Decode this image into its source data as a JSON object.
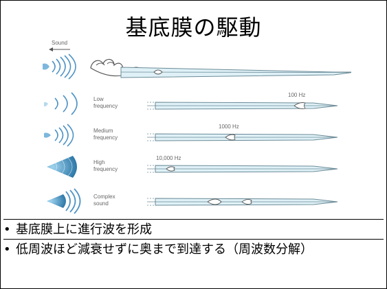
{
  "slide": {
    "title": "基底膜の駆動"
  },
  "figure": {
    "sound_label": "Sound",
    "rows": [
      {
        "label_line1": "",
        "label_line2": "",
        "hz_label": ""
      },
      {
        "label_line1": "Low",
        "label_line2": "frequency",
        "hz_label": "100 Hz"
      },
      {
        "label_line1": "Medium",
        "label_line2": "frequency",
        "hz_label": "1000 Hz"
      },
      {
        "label_line1": "High",
        "label_line2": "frequency",
        "hz_label": "10,000 Hz"
      },
      {
        "label_line1": "Complex",
        "label_line2": "sound",
        "hz_label": ""
      }
    ],
    "colors": {
      "membrane_fill": "#dff1f7",
      "membrane_stroke": "#6a8a96",
      "wave_stroke": "#2d78a8",
      "text": "#666666"
    }
  },
  "bullets": [
    {
      "marker": "•",
      "text": "基底膜上に進行波を形成"
    },
    {
      "marker": "•",
      "text": "低周波ほど減衰せずに奥まで到達する（周波数分解）"
    }
  ]
}
